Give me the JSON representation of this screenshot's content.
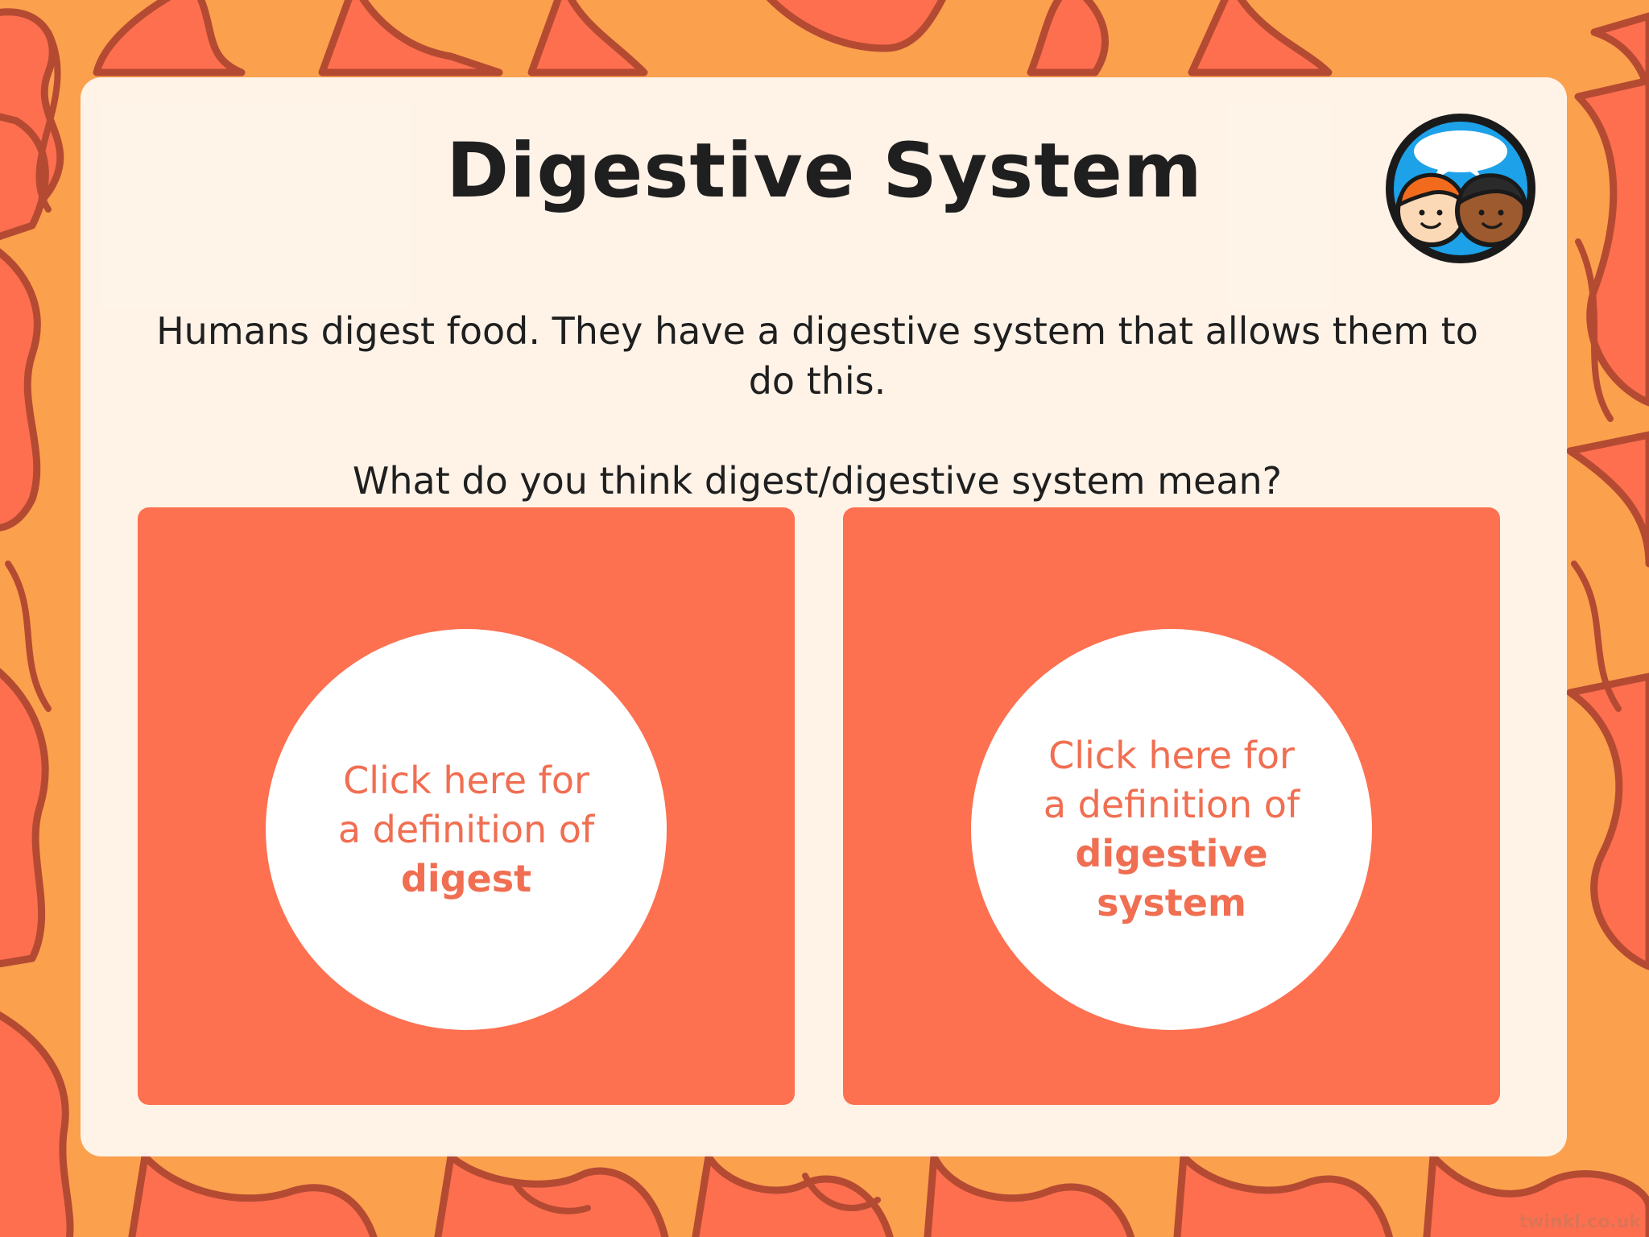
{
  "slide": {
    "title": "Digestive System",
    "intro_text": "Humans digest food. They have a digestive system that allows them to do this.",
    "question_text": "What do you think digest/digestive system mean?",
    "watermark": "twinkl.co.uk",
    "logo_icon": "talking-partners-icon"
  },
  "buttons": [
    {
      "prompt": "Click here for a definition of",
      "term": "digest"
    },
    {
      "prompt": "Click here for a definition of",
      "term": "digestive system"
    }
  ],
  "colors": {
    "background": "#FBA04D",
    "organ_fill": "#FD6F4F",
    "organ_outline": "#B54A33",
    "card": "#FD7050",
    "circle_text": "#F06E51",
    "title_text": "#1F1F1F"
  }
}
